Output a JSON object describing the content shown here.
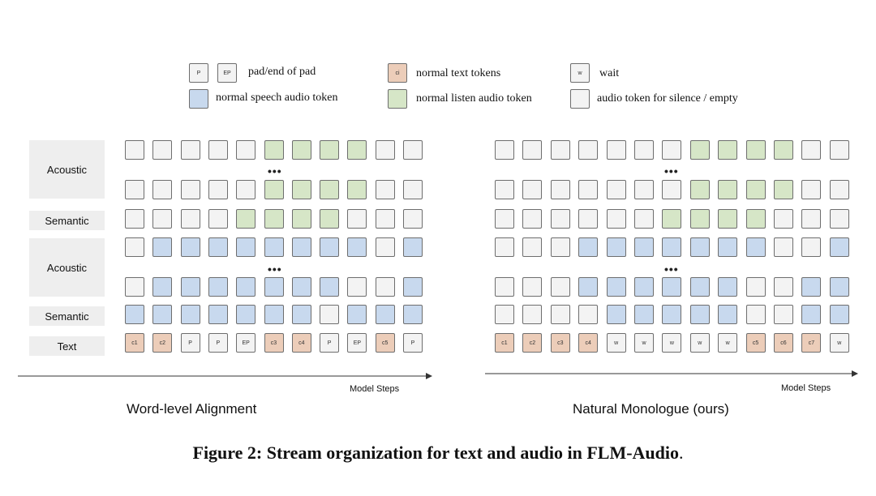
{
  "legend": {
    "pad_keys": [
      "P",
      "EP"
    ],
    "pad_label": "pad/end of pad",
    "text_key": "ci",
    "text_label": "normal text tokens",
    "wait_key": "w",
    "wait_label": "wait",
    "speech_label": "normal speech audio token",
    "listen_label": "normal listen audio token",
    "silence_label": "audio token for silence / empty"
  },
  "row_labels": [
    "Acoustic",
    "Semantic",
    "Acoustic",
    "Semantic",
    "Text"
  ],
  "ellipsis": "•••",
  "panels": [
    {
      "subtitle": "Word-level Alignment",
      "axis_label": "Model Steps",
      "rows": {
        "r1": "eeeee gggg ee",
        "r2": "eeeee gggg ee",
        "r3": "eeee gggg eee",
        "r4": "ebbbbbbbbeb",
        "r5": "ebbbbbbbeeb",
        "r6": "bbbbbbbebbb",
        "text": [
          "c1",
          "c2",
          "P",
          "P",
          "EP",
          "c3",
          "c4",
          "P",
          "EP",
          "c5",
          "P"
        ]
      }
    },
    {
      "subtitle": "Natural Monologue (ours)",
      "axis_label": "Model Steps",
      "rows": {
        "r1": "eeeeeee gggg ee",
        "r2": "eeeeeee gggg ee",
        "r3": "eeeeee gggg eee",
        "r4": "eeebbbbbbbeeb",
        "r5": "eeebbbbbbeebb",
        "r6": "eeeebbbbbeebb",
        "text": [
          "c1",
          "c2",
          "c3",
          "c4",
          "w",
          "w",
          "w",
          "w",
          "w",
          "c5",
          "c6",
          "c7",
          "w"
        ]
      }
    }
  ],
  "caption": {
    "prefix": "Figure 2: Stream organization for text and audio in FLM-Audio",
    "suffix": "."
  },
  "colors": {
    "silence": "#f3f3f3",
    "listen": "#d6e6c7",
    "speech": "#c8d9ee",
    "text_token": "#eccdb9"
  }
}
